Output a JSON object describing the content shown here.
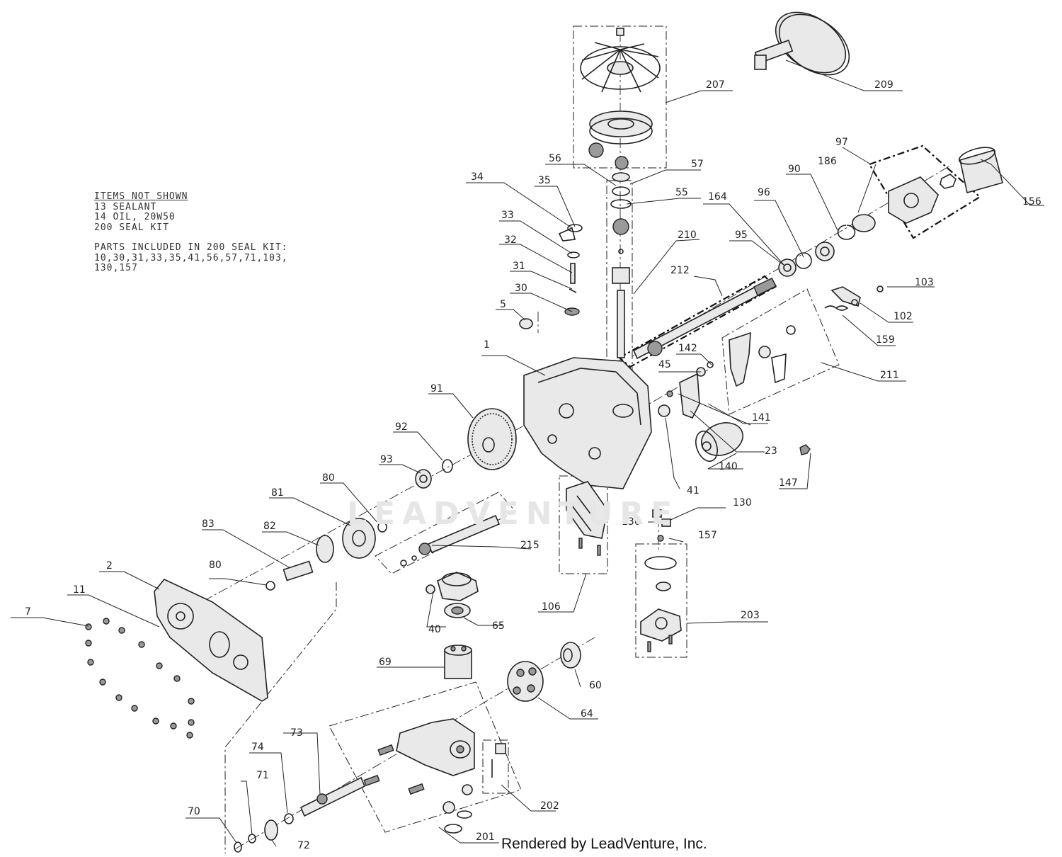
{
  "notes": {
    "title": "ITEMS NOT SHOWN",
    "items_not_shown": [
      "13 SEALANT",
      "14 OIL, 20W50",
      "200 SEAL KIT"
    ],
    "seal_kit_heading": "PARTS INCLUDED IN 200 SEAL KIT:",
    "seal_kit_lines": [
      "10,30,31,33,35,41,56,57,71,103,",
      "130,157"
    ]
  },
  "footer": "Rendered by LeadVenture, Inc.",
  "watermark": "LEADVENTURE",
  "callouts": {
    "c207": "207",
    "c209": "209",
    "c97": "97",
    "c186": "186",
    "c90": "90",
    "c156": "156",
    "c56": "56",
    "c57": "57",
    "c55": "55",
    "c34": "34",
    "c35": "35",
    "c33": "33",
    "c32": "32",
    "c31": "31",
    "c30": "30",
    "c5": "5",
    "c164": "164",
    "c96": "96",
    "c95": "95",
    "c210": "210",
    "c212": "212",
    "c103": "103",
    "c102": "102",
    "c159": "159",
    "c1": "1",
    "c142": "142",
    "c45": "45",
    "c211": "211",
    "c141": "141",
    "c23": "23",
    "c140": "140",
    "c147": "147",
    "c41": "41",
    "c91": "91",
    "c92": "92",
    "c93": "93",
    "c80a": "80",
    "c81": "81",
    "c83": "83",
    "c82": "82",
    "c80b": "80",
    "c130a": "130",
    "c130b": "130",
    "c157": "157",
    "c215": "215",
    "c2": "2",
    "c11": "11",
    "c7": "7",
    "c106": "106",
    "c40": "40",
    "c65": "65",
    "c69": "69",
    "c203": "203",
    "c60": "60",
    "c64": "64",
    "c73": "73",
    "c74": "74",
    "c71": "71",
    "c70": "70",
    "c72": "72",
    "c202": "202",
    "c201": "201"
  }
}
